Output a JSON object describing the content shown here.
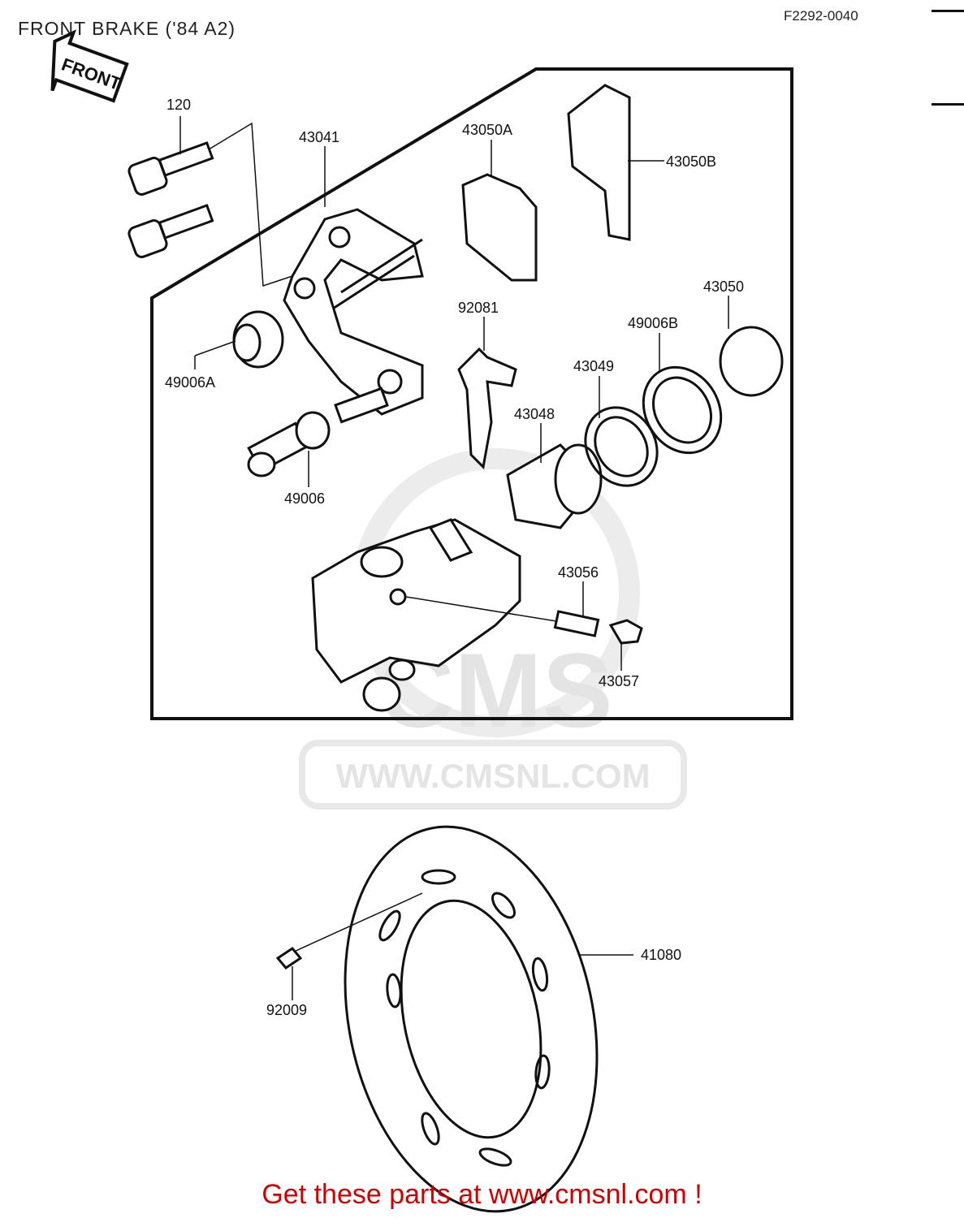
{
  "header": {
    "title": "FRONT BRAKE ('84 A2)",
    "diagram_code": "F2292-0040"
  },
  "front_arrow": {
    "text": "FRONT"
  },
  "watermark": {
    "logo_text": "CMS",
    "url_text": "WWW.CMSNL.COM"
  },
  "parts": {
    "p120": "120",
    "p43041": "43041",
    "p43050A": "43050A",
    "p43050B": "43050B",
    "p43050": "43050",
    "p92081": "92081",
    "p49006B": "49006B",
    "p43049": "43049",
    "p49006A": "49006A",
    "p43048": "43048",
    "p49006": "49006",
    "p43056": "43056",
    "p43057": "43057",
    "p41080": "41080",
    "p92009": "92009"
  },
  "footer": {
    "text": "Get these parts at www.cmsnl.com !"
  }
}
